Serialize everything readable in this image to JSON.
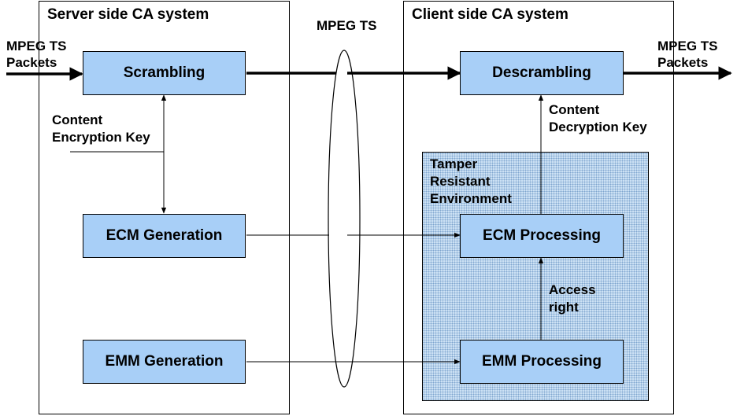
{
  "server": {
    "title": "Server side CA system"
  },
  "client": {
    "title": "Client side CA system"
  },
  "transport": {
    "label": "MPEG TS"
  },
  "input": {
    "line1": "MPEG TS",
    "line2": "Packets"
  },
  "output": {
    "line1": "MPEG TS",
    "line2": "Packets"
  },
  "boxes": {
    "scrambling": "Scrambling",
    "ecm_generation": "ECM Generation",
    "emm_generation": "EMM Generation",
    "descrambling": "Descrambling",
    "ecm_processing": "ECM Processing",
    "emm_processing": "EMM Processing"
  },
  "labels": {
    "content_encryption_key": {
      "line1": "Content",
      "line2": "Encryption Key"
    },
    "content_decryption_key": {
      "line1": "Content",
      "line2": "Decryption Key"
    },
    "access_right": {
      "line1": "Access",
      "line2": "right"
    }
  },
  "tamper": {
    "line1": "Tamper",
    "line2": "Resistant",
    "line3": "Environment"
  },
  "colors": {
    "box_fill": "#a8cff7",
    "tamper_fill": "#cfe3f5"
  }
}
